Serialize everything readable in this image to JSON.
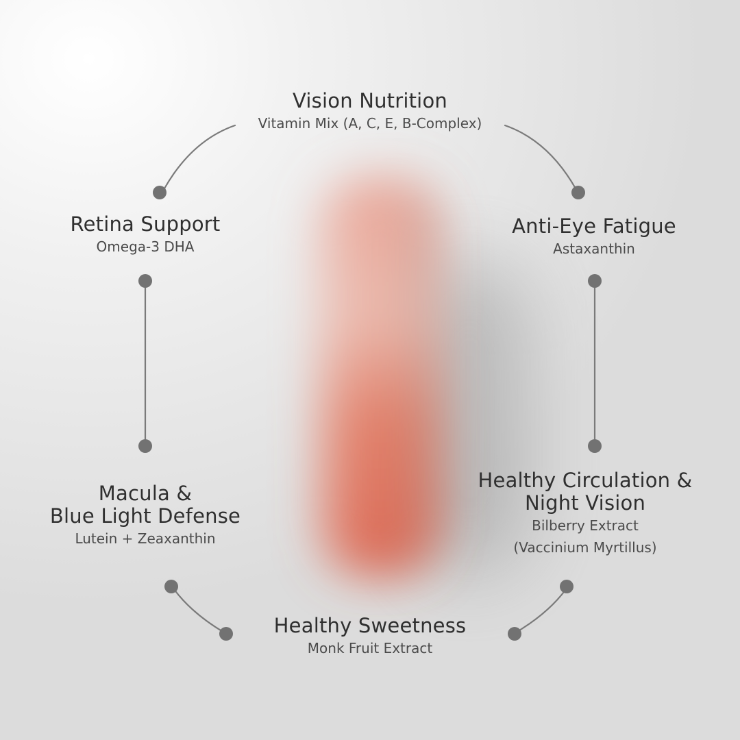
{
  "colors": {
    "line": "#7a7a7a",
    "dot": "#727272",
    "product": "#e07a66"
  },
  "benefits": {
    "vision_nutrition": {
      "title": "Vision Nutrition",
      "ingredient": "Vitamin Mix (A, C, E, B-Complex)"
    },
    "retina_support": {
      "title": "Retina Support",
      "ingredient": "Omega-3 DHA"
    },
    "anti_eye_fatigue": {
      "title": "Anti-Eye Fatigue",
      "ingredient": "Astaxanthin"
    },
    "macula": {
      "title_line1": "Macula &",
      "title_line2": "Blue Light Defense",
      "ingredient": "Lutein + Zeaxanthin"
    },
    "circulation": {
      "title_line1": "Healthy Circulation &",
      "title_line2": "Night Vision",
      "ingredient_line1": "Bilberry Extract",
      "ingredient_line2": "(Vaccinium Myrtillus)"
    },
    "sweetness": {
      "title": "Healthy Sweetness",
      "ingredient": "Monk Fruit Extract"
    }
  }
}
